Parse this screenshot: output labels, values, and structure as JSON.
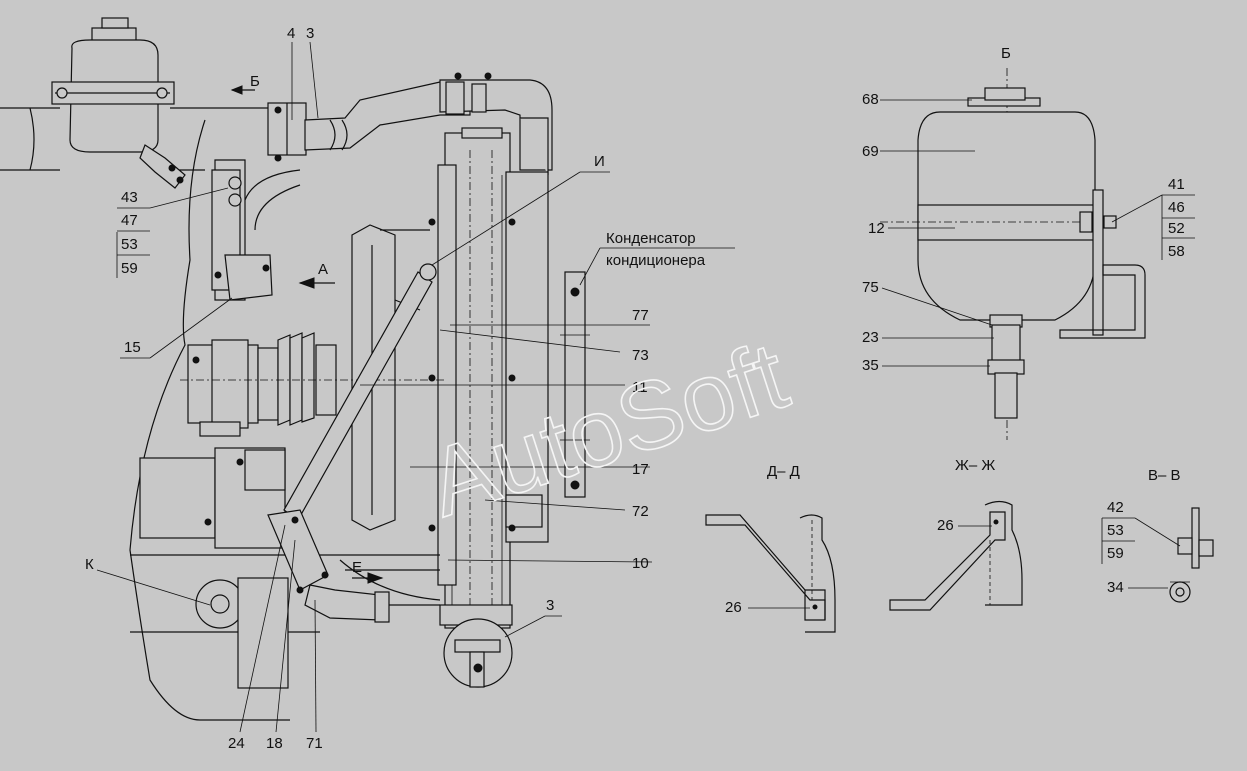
{
  "drawing": {
    "views": {
      "b_view": "Б",
      "d_section": "Д– Д",
      "zh_section": "Ж– Ж",
      "v_section": "В– В"
    },
    "arrows": {
      "b": "Б",
      "a": "А",
      "e": "Е"
    },
    "callouts": {
      "c4": "4",
      "c3": "3",
      "c3b": "3",
      "c43": "43",
      "c47": "47",
      "c53": "53",
      "c59": "59",
      "c15": "15",
      "ci": "И",
      "c77": "77",
      "c73": "73",
      "c11": "11",
      "c17": "17",
      "c72": "72",
      "c10": "10",
      "ck": "К",
      "c24": "24",
      "c18": "18",
      "c71": "71",
      "cond1": "Конденсатор",
      "cond2": "кондиционера",
      "c68": "68",
      "c69": "69",
      "c12": "12",
      "c41": "41",
      "c46": "46",
      "c52": "52",
      "c58": "58",
      "c75": "75",
      "c23": "23",
      "c35": "35",
      "c26a": "26",
      "c26b": "26",
      "c42": "42",
      "c53b": "53",
      "c59b": "59",
      "c34": "34"
    },
    "watermark": "AutoSoft"
  }
}
